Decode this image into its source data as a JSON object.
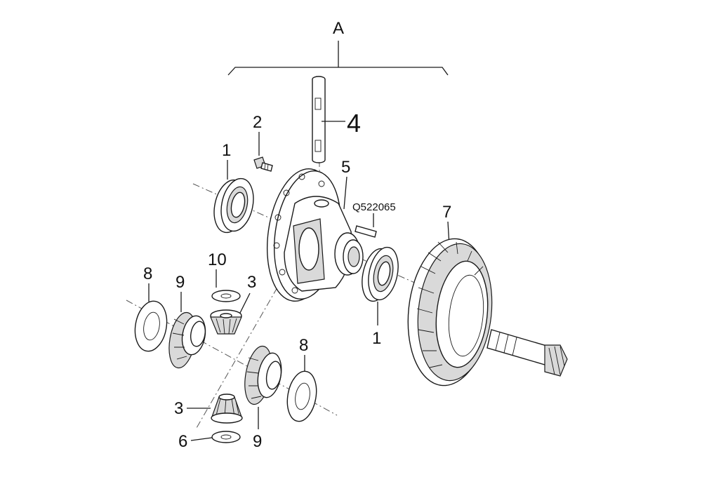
{
  "title_label": "A",
  "callouts": {
    "c1a": "1",
    "c1b": "1",
    "c2": "2",
    "c3a": "3",
    "c3b": "3",
    "c4": "4",
    "c5": "5",
    "c6": "6",
    "c7": "7",
    "c8a": "8",
    "c8b": "8",
    "c9a": "9",
    "c9b": "9",
    "c10": "10",
    "part_code": "Q522065"
  }
}
